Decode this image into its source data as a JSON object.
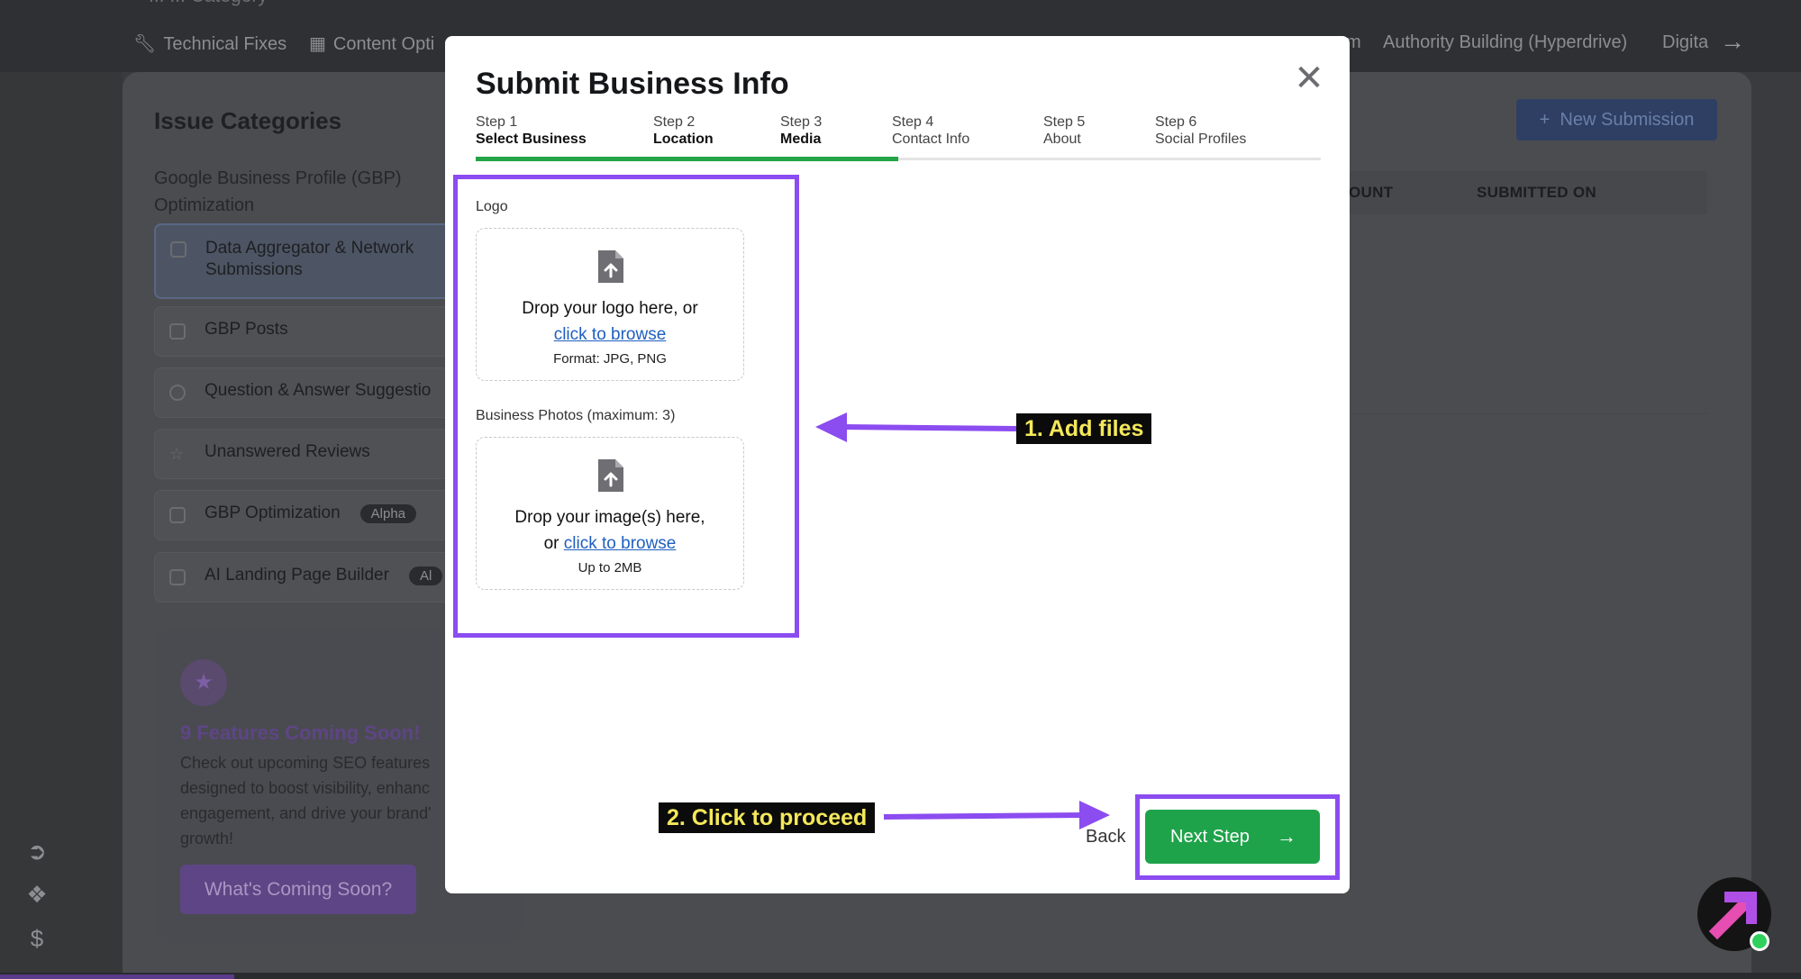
{
  "top_partial": "... ... Category",
  "tabs": [
    {
      "icon": "wrench-icon",
      "label": "Technical Fixes"
    },
    {
      "icon": "document-icon",
      "label": "Content Opti"
    },
    {
      "icon": "",
      "label": "m"
    },
    {
      "icon": "",
      "label": "Authority Building (Hyperdrive)"
    },
    {
      "icon": "",
      "label": "Digita"
    }
  ],
  "sidebar": {
    "title": "Issue Categories",
    "group_label": "Google Business Profile (GBP) Optimization",
    "items": [
      {
        "label": "Data Aggregator & Network Submissions",
        "badge": ""
      },
      {
        "label": "GBP Posts",
        "badge": ""
      },
      {
        "label": "Question & Answer Suggestio",
        "badge": ""
      },
      {
        "label": "Unanswered Reviews",
        "badge": ""
      },
      {
        "label": "GBP Optimization",
        "badge": "Alpha"
      },
      {
        "label": "AI Landing Page Builder",
        "badge": "Al"
      }
    ]
  },
  "promo": {
    "title": "9 Features Coming Soon!",
    "text": "Check out upcoming SEO features designed to boost visibility, enhanc engagement, and drive your brand' growth!",
    "button": "What's Coming Soon?"
  },
  "main": {
    "new_submission": "New Submission",
    "columns": [
      "OUNT",
      "SUBMITTED ON"
    ]
  },
  "modal": {
    "title": "Submit Business Info",
    "steps": [
      {
        "num": "Step 1",
        "name": "Select Business"
      },
      {
        "num": "Step 2",
        "name": "Location"
      },
      {
        "num": "Step 3",
        "name": "Media"
      },
      {
        "num": "Step 4",
        "name": "Contact Info"
      },
      {
        "num": "Step 5",
        "name": "About"
      },
      {
        "num": "Step 6",
        "name": "Social Profiles"
      }
    ],
    "current_step": 3,
    "progress_fraction": 0.5,
    "logo": {
      "label": "Logo",
      "drop_text": "Drop your logo here, or",
      "browse": "click to browse",
      "hint": "Format: JPG, PNG"
    },
    "photos": {
      "label": "Business Photos (maximum: 3)",
      "drop_text": "Drop your image(s) here,",
      "or": "or",
      "browse": "click to browse",
      "hint": "Up to 2MB"
    },
    "back": "Back",
    "next": "Next Step"
  },
  "annotations": {
    "callout1": "1. Add files",
    "callout2": "2. Click to proceed",
    "accent_color": "#8b4cf0"
  }
}
